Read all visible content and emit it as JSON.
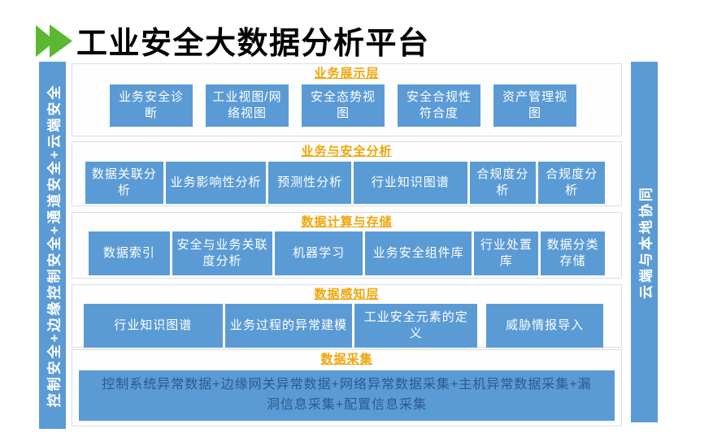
{
  "page": {
    "title": "工业安全大数据分析平台"
  },
  "sidebars": {
    "left": {
      "label": "控制安全+边缘控制安全+通道安全+云端安全"
    },
    "right": {
      "label": "云端与本地协同"
    }
  },
  "layers": [
    {
      "title": "业务展示层",
      "boxes": [
        "业务安全诊断",
        "工业视图/网络视图",
        "安全态势视图",
        "安全合规性符合度",
        "资产管理视图"
      ]
    },
    {
      "title": "业务与安全分析",
      "boxes": [
        "数据关联分析",
        "业务影响性分析",
        "预测性分析",
        "行业知识图谱",
        "合规度分析",
        "合规度分析"
      ]
    },
    {
      "title": "数据计算与存储",
      "boxes": [
        "数据索引",
        "安全与业务关联度分析",
        "机器学习",
        "业务安全组件库",
        "行业处置库",
        "数据分类存储"
      ]
    },
    {
      "title": "数据感知层",
      "boxes": [
        "行业知识图谱",
        "业务过程的异常建模",
        "工业安全元素的定义",
        "威胁情报导入"
      ]
    },
    {
      "title": "数据采集",
      "boxes": [
        "控制系统异常数据+边缘网关异常数据+网络异常数据采集+主机异常数据采集+漏洞信息采集+配置信息采集"
      ]
    }
  ],
  "colors": {
    "box_blue": "#5b9bd5",
    "layer_title_orange": "#f0a50a",
    "arrow_green": "#5cb831",
    "collection_text_blue": "#2a5b8e",
    "panel_border": "#d9dee6"
  }
}
